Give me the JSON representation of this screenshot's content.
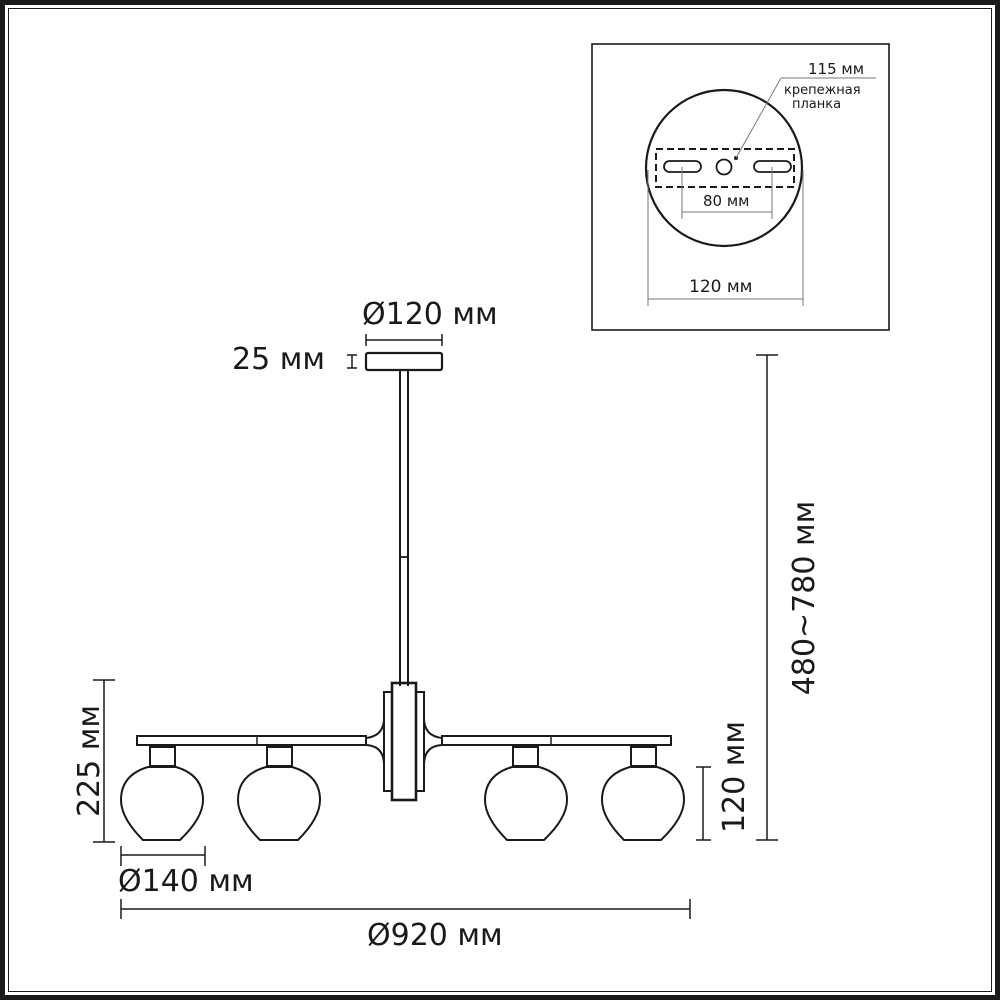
{
  "drawing": {
    "title": "Chandelier dimension drawing",
    "colors": {
      "line": "#1a1a1a",
      "dim_line": "#555555",
      "background": "#ffffff"
    },
    "main_view": {
      "canopy_diameter": "Ø120 мм",
      "canopy_height": "25 мм",
      "total_height": "480~780 мм",
      "body_height": "225 мм",
      "shade_height": "120 мм",
      "shade_diameter": "Ø140 мм",
      "overall_diameter": "Ø920 мм",
      "shade_count": 4
    },
    "inset": {
      "plate_length": "115 мм",
      "plate_label_line1": "крепежная",
      "plate_label_line2": "планка",
      "hole_spacing": "80 мм",
      "canopy_width": "120 мм"
    }
  }
}
